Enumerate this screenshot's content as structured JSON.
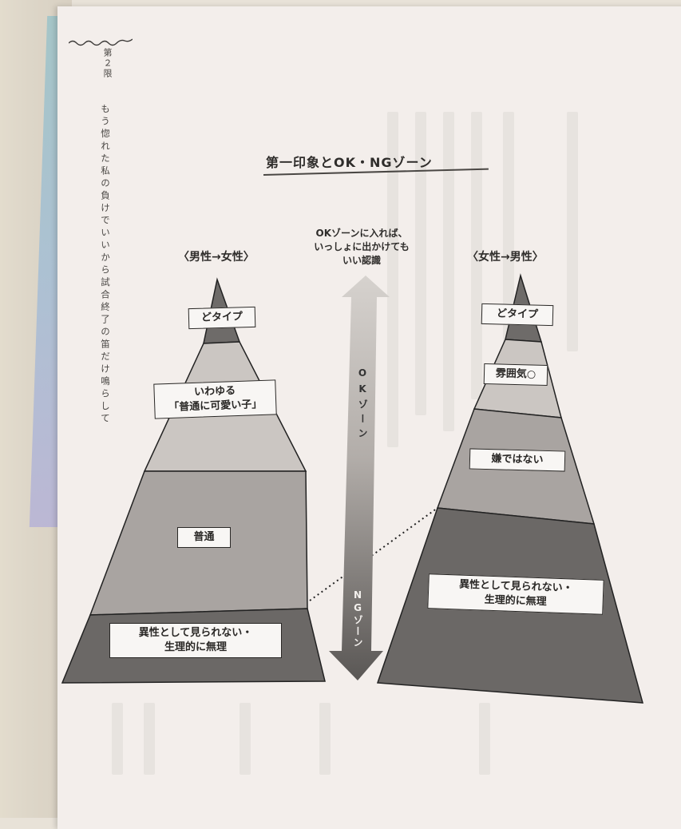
{
  "book": {
    "chapter_label": "第２限",
    "chapter_subtitle": "もう惚れた私の負けでいいから試合終了の笛だけ鳴らして"
  },
  "figure": {
    "title": "第一印象とOK・NGゾーン",
    "caption_lines": [
      "OKゾーンに入れば、",
      "いっしょに出かけても",
      "いい認識"
    ],
    "arrow": {
      "top_label": "OKゾーン",
      "bottom_label": "NGゾーン"
    },
    "left_pyramid": {
      "heading": "〈男性→女性〉",
      "tiers": [
        {
          "label": "どタイプ",
          "shade": "#6e6b69"
        },
        {
          "label": "いわゆる",
          "label2": "「普通に可愛い子」",
          "shade": "#cbc6c2"
        },
        {
          "label": "普通",
          "shade": "#a9a4a1"
        },
        {
          "label": "異性として見られない・",
          "label2": "生理的に無理",
          "shade": "#6b6866"
        }
      ]
    },
    "right_pyramid": {
      "heading": "〈女性→男性〉",
      "tiers": [
        {
          "label": "どタイプ",
          "shade": "#6e6b69"
        },
        {
          "label": "雰囲気○",
          "shade": "#cbc6c2"
        },
        {
          "label": "嫌ではない",
          "shade": "#a9a4a1"
        },
        {
          "label": "異性として見られない・",
          "label2": "生理的に無理",
          "shade": "#6b6866"
        }
      ]
    }
  },
  "colors": {
    "page": "#f3eeeb",
    "ink": "#2a2826",
    "dark_tier": "#6b6866",
    "mid_tier": "#a9a4a1",
    "light_tier": "#cbc6c2"
  }
}
